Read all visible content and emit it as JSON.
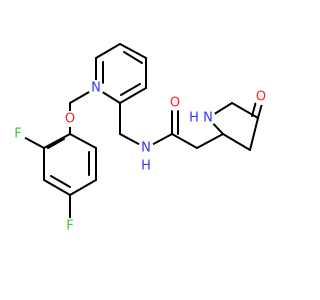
{
  "molecule": {
    "atoms": {
      "n_pyridine": {
        "label": "N",
        "color": "#3333ff"
      },
      "o_ether": {
        "label": "O",
        "color": "#ff2020"
      },
      "f_ortho": {
        "label": "F",
        "color": "#33cc33"
      },
      "f_para": {
        "label": "F",
        "color": "#33cc33"
      },
      "o_carbonyl_amide": {
        "label": "O",
        "color": "#ff2020"
      },
      "n_amide": {
        "label": "N",
        "color": "#3333ff"
      },
      "h_amide": {
        "label": "H",
        "color": "#3333ff"
      },
      "n_lactam": {
        "label": "N",
        "color": "#3333ff"
      },
      "h_lactam": {
        "label": "H",
        "color": "#3333ff"
      },
      "o_lactam": {
        "label": "O",
        "color": "#ff2020"
      }
    }
  }
}
